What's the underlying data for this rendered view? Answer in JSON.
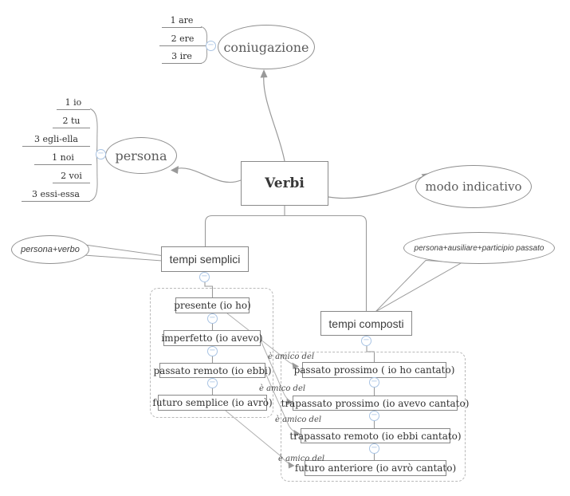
{
  "root": {
    "label": "Verbi"
  },
  "coniugazione": {
    "label": "coniugazione",
    "items": [
      "1 are",
      "2 ere",
      "3 ire"
    ]
  },
  "persona": {
    "label": "persona",
    "items": [
      "1 io",
      "2 tu",
      "3 egli-ella",
      "1 noi",
      "2 voi",
      "3 essi-essa"
    ]
  },
  "modo_indicativo": {
    "label": "modo indicativo"
  },
  "tempi_semplici": {
    "label": "tempi semplici",
    "note": "persona+verbo",
    "tenses": [
      "presente (io ho)",
      "imperfetto  (io avevo)",
      "passato remoto (io ebbi)",
      "futuro semplice (io avrò)"
    ]
  },
  "tempi_composti": {
    "label": "tempi composti",
    "note": "persona+ausiliare+participio passato",
    "tenses": [
      "passato prossimo ( io ho cantato)",
      "trapassato prossimo (io avevo cantato)",
      "trapassato remoto (io ebbi cantato)",
      "futuro anteriore (io avrò cantato)"
    ]
  },
  "relations": [
    {
      "label": "è amico del"
    },
    {
      "label": "è amico del"
    },
    {
      "label": "è amico del"
    },
    {
      "label": "è amico del"
    }
  ],
  "icons": {
    "collapse": "−"
  },
  "colors": {
    "line": "#9a9a9a",
    "light_line": "#b0b0b0",
    "node_border": "#878787",
    "dashed_border": "#b9b9b9",
    "collapse_blue": "#a9c4e4",
    "text": "#333333"
  }
}
